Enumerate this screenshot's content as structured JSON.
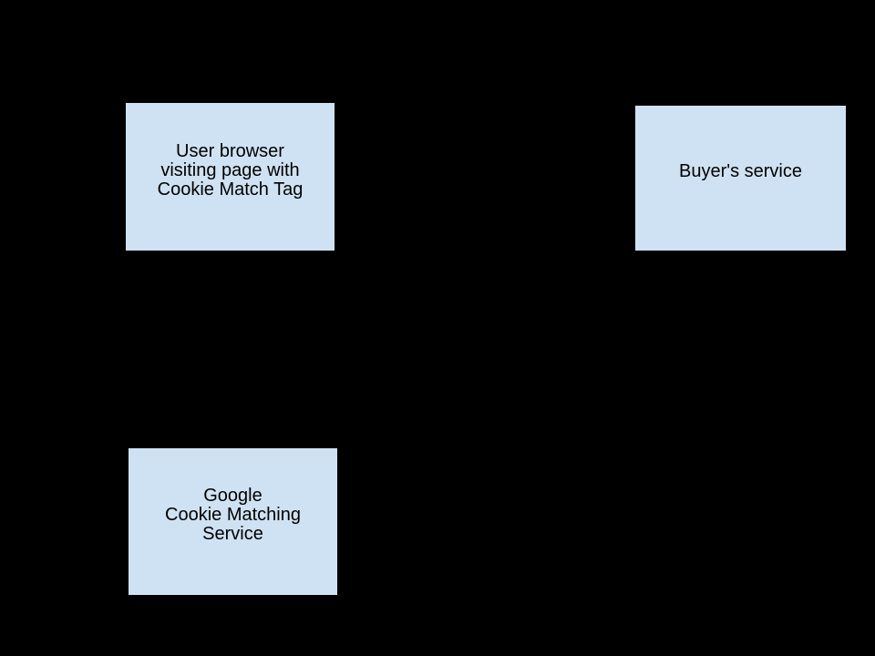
{
  "diagram": {
    "type": "flow-diagram",
    "colors": {
      "background": "#000000",
      "node_fill": "#cfe2f3",
      "node_border": "#000000",
      "node_text": "#000000"
    },
    "nodes": [
      {
        "id": "user-browser",
        "label": "User browser\nvisiting page with\nCookie Match Tag"
      },
      {
        "id": "buyers-service",
        "label": "Buyer's service"
      },
      {
        "id": "google-cookie-matching-service",
        "label": "Google\nCookie Matching\nService"
      }
    ]
  }
}
